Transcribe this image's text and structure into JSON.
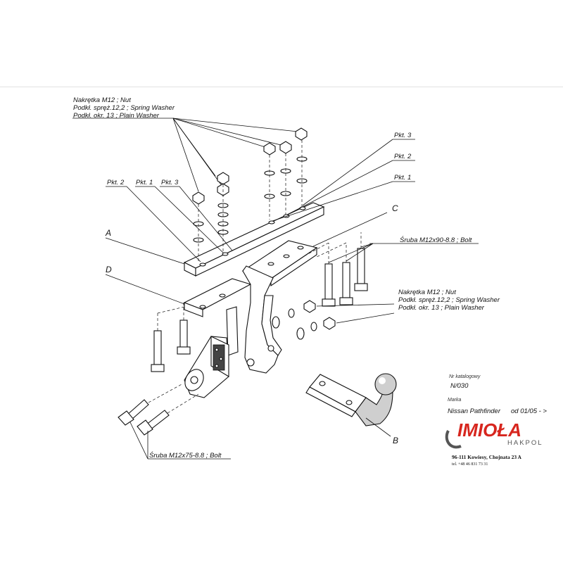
{
  "labels": {
    "nut_group_top": [
      "Nakrętka  M12 ; Nut",
      "Podkł. spręż.12,2 ; Spring Washer",
      "Podkł. okr. 13 ; Plain Washer"
    ],
    "nut_group_right": [
      "Nakrętka  M12 ; Nut",
      "Podkł. spręż.12,2 ; Spring Washer",
      "Podkł. okr. 13 ; Plain Washer"
    ],
    "pkt3_right": "Pkt. 3",
    "pkt2_right": "Pkt. 2",
    "pkt1_right": "Pkt. 1",
    "pkt2_left": "Pkt. 2",
    "pkt1_left": "Pkt. 1",
    "pkt3_left": "Pkt. 3",
    "part_a": "A",
    "part_b": "B",
    "part_c": "C",
    "part_d": "D",
    "bolt_90": "Śruba M12x90-8.8 ;  Bolt",
    "bolt_75": "Śruba M12x75-8.8 ;  Bolt"
  },
  "info": {
    "catalog_label": "Nr katalogowy",
    "catalog_value": "N/030",
    "brand_label": "Marka",
    "brand_value": "Nissan Pathfinder",
    "brand_range": "od 01/05 - >"
  },
  "company": {
    "logo_text": "IMIOŁA",
    "logo_sub": "HAKPOL",
    "logo_color": "#d7261e",
    "address": "96-111 Kowiesy, Chojnata 23 A",
    "phone": "tel. +48 46 831 73 31"
  }
}
